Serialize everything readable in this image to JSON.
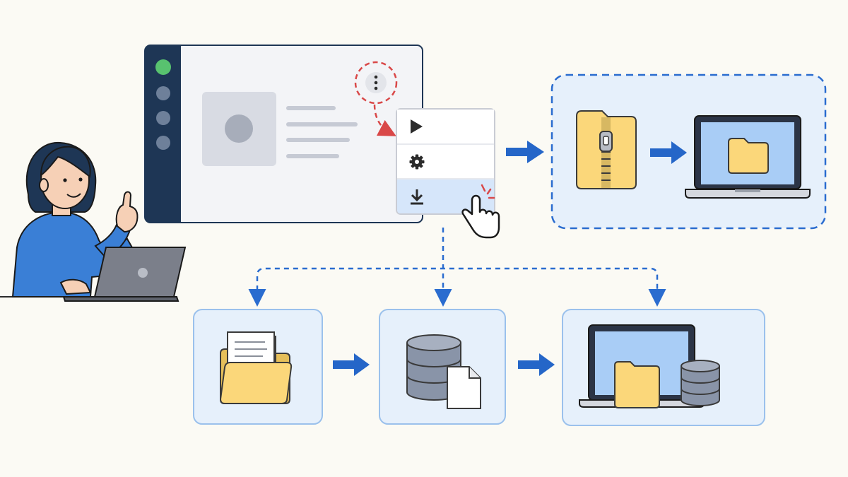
{
  "colors": {
    "background": "#fbfaf4",
    "sidebar": "#1e3655",
    "accent_blue": "#2566c8",
    "dashed_blue": "#2a6ccf",
    "panel_fill": "#e6f0fb",
    "panel_border": "#9bc1ec",
    "folder_yellow": "#fbd77a",
    "folder_outline": "#3a3a3a",
    "database_grey": "#8994a8",
    "screen_blue": "#a9cdf6",
    "highlight_red": "#d94848",
    "online_green": "#58c26f",
    "selected_item": "#d6e6fa"
  },
  "app_window": {
    "sidebar_dots": [
      "online",
      "inactive",
      "inactive",
      "inactive"
    ],
    "more_button_icon": "more-vertical-icon"
  },
  "dropdown_menu": {
    "items": [
      {
        "icon": "play-icon",
        "selected": false
      },
      {
        "icon": "gear-icon",
        "selected": false
      },
      {
        "icon": "download-icon",
        "selected": true
      }
    ]
  },
  "flow": {
    "top_branch": [
      "zip-archive-icon",
      "laptop-folder-icon"
    ],
    "bottom_branch": [
      "folder-documents-icon",
      "database-document-icon",
      "laptop-folder-database-icon"
    ]
  },
  "person": {
    "action": "pointing",
    "device": "laptop"
  }
}
